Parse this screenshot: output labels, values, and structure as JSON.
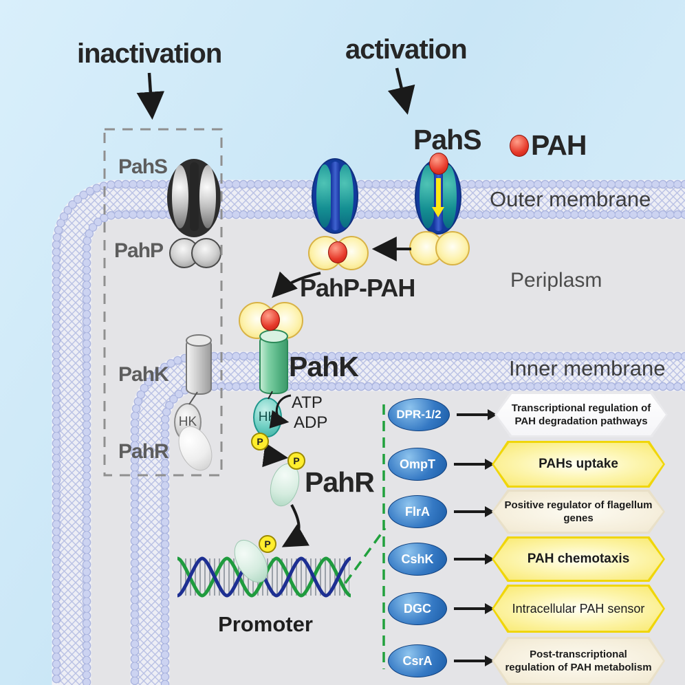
{
  "titles": {
    "inactivation": "inactivation",
    "activation": "activation"
  },
  "legend": {
    "pah": "PAH"
  },
  "compartments": {
    "outer_membrane": "Outer membrane",
    "periplasm": "Periplasm",
    "inner_membrane": "Inner membrane"
  },
  "inactive_complex": {
    "pahs": "PahS",
    "pahp": "PahP",
    "pahk": "PahK",
    "pahr": "PahR",
    "hk": "HK"
  },
  "active_pathway": {
    "pahs": "PahS",
    "pahp_pah": "PahP-PAH",
    "pahk": "PahK",
    "hk": "HK",
    "atp": "ATP",
    "adp": "ADP",
    "phospho": "P",
    "pahr": "PahR",
    "promoter": "Promoter"
  },
  "regulon": {
    "rows": [
      {
        "gene": "DPR-1/2",
        "function": "Transcriptional regulation of PAH degradation pathways",
        "style": "white"
      },
      {
        "gene": "OmpT",
        "function": "PAHs uptake",
        "style": "yellow"
      },
      {
        "gene": "FlrA",
        "function": "Positive regulator of flagellum genes",
        "style": "cream"
      },
      {
        "gene": "CshK",
        "function": "PAH chemotaxis",
        "style": "yellow"
      },
      {
        "gene": "DGC",
        "function": "Intracellular PAH sensor",
        "style": "yellow"
      },
      {
        "gene": "CsrA",
        "function": "Post-transcriptional regulation of PAH metabolism",
        "style": "cream"
      }
    ]
  },
  "colors": {
    "outside_blue": "#cfe9f7",
    "cell_gray": "#e4e4e7",
    "membrane_bead": "#c3cbee",
    "barrel_teal": "#159093",
    "barrel_navy": "#123a9c",
    "pah_red": "#e6392a",
    "pahp_yellow": "#fdf2ad",
    "pahk_green": "#4fae7e",
    "hk_teal": "#6fcfc3",
    "pahr_mint": "#d5ecdf",
    "phospho_yellow": "#ffee2e",
    "gene_oval_blue": "#3579c4",
    "badge_yellow": "#f9e96e",
    "badge_cream": "#f5eedb",
    "green_dash": "#21a13d",
    "dna_green": "#1f9b3e",
    "dna_navy": "#1d2f92"
  }
}
